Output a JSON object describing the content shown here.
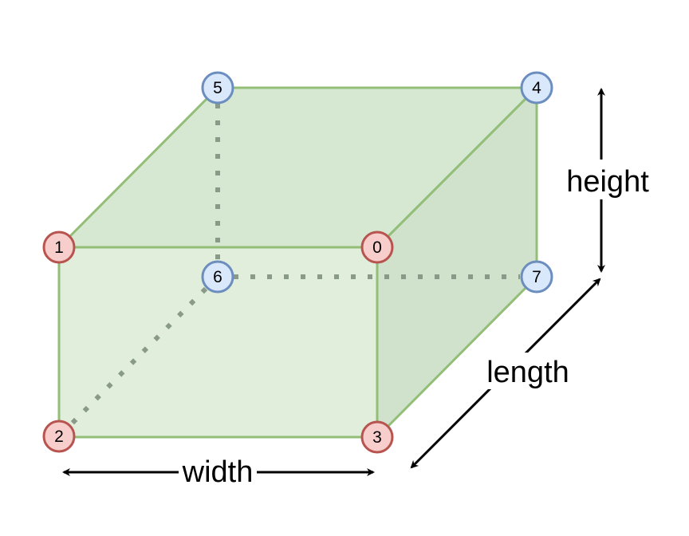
{
  "colors": {
    "background": "#ffffff",
    "cube_stroke": "#93be77",
    "face_front": "#e1eedb",
    "face_top": "#d7e8d2",
    "face_side": "#d0e2cc",
    "hidden_edge": "#8a9a88",
    "front_vertex_fill": "#f8cecc",
    "front_vertex_stroke": "#b85450",
    "back_vertex_fill": "#dae8fc",
    "back_vertex_stroke": "#6c8ebf",
    "arrow": "#000000"
  },
  "vertices": [
    {
      "id": "0",
      "label": "0",
      "group": "front"
    },
    {
      "id": "1",
      "label": "1",
      "group": "front"
    },
    {
      "id": "2",
      "label": "2",
      "group": "front"
    },
    {
      "id": "3",
      "label": "3",
      "group": "front"
    },
    {
      "id": "4",
      "label": "4",
      "group": "back"
    },
    {
      "id": "5",
      "label": "5",
      "group": "back"
    },
    {
      "id": "6",
      "label": "6",
      "group": "back"
    },
    {
      "id": "7",
      "label": "7",
      "group": "back"
    }
  ],
  "dimensions": {
    "width": "width",
    "length": "length",
    "height": "height"
  }
}
